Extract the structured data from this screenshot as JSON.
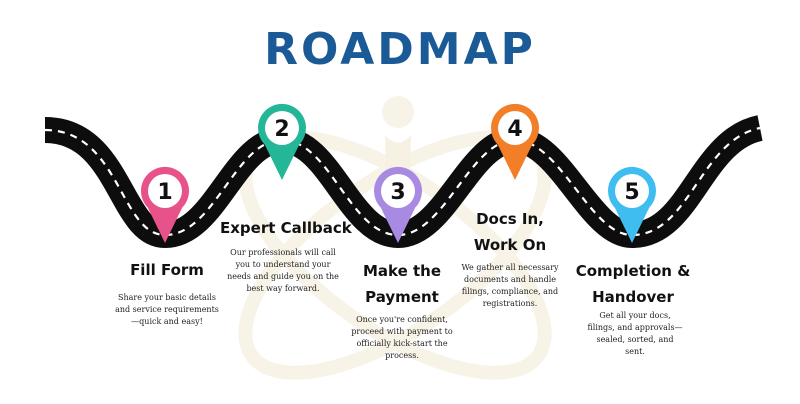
{
  "title": "ROADMAP",
  "steps": [
    {
      "number": "1",
      "color": "#e8528a",
      "title_lines": [
        "Fill Form"
      ],
      "description": "Share your basic details and service requirements—quick and easy!"
    },
    {
      "number": "2",
      "color": "#23b697",
      "title_lines": [
        "Expert Callback"
      ],
      "description": "Our professionals will call you to understand your needs and guide you on the best way forward."
    },
    {
      "number": "3",
      "color": "#a98ae2",
      "title_lines": [
        "Make the",
        "Payment"
      ],
      "description": "Once you're confident, proceed with payment to officially kick-start the process."
    },
    {
      "number": "4",
      "color": "#f27e28",
      "title_lines": [
        "Docs In,",
        "Work On"
      ],
      "description": "We gather all necessary documents and handle filings, compliance, and registrations."
    },
    {
      "number": "5",
      "color": "#3fbdf0",
      "title_lines": [
        "Completion &",
        "Handover"
      ],
      "description": "Get all your docs, filings, and approvals—sealed, sorted, and sent."
    }
  ]
}
